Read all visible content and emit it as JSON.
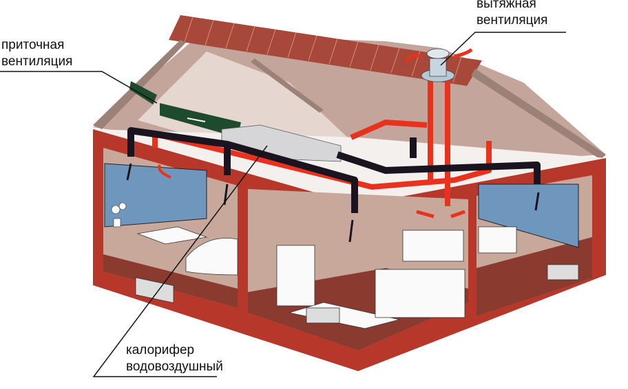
{
  "title": "Приточно-вытяжная вентиляция дома",
  "labels": {
    "supply": {
      "line1": "приточная",
      "line2": "вентиляция"
    },
    "exhaust": {
      "line1": "вытяжная",
      "line2": "вентиляция"
    },
    "heater": {
      "line1": "калорифер",
      "line2": "водовоздушный"
    }
  },
  "colors": {
    "wall": "#b7382b",
    "wall_dark": "#8e2a20",
    "roof": "#a8483a",
    "interior": "#c9a89c",
    "floor": "#8a3a2e",
    "ceiling": "#f3f0ee",
    "window": "#6f97bd",
    "supply_duct": "#1a1420",
    "exhaust_duct": "#e8321e",
    "intake_duct": "#1e4a2e",
    "unit": "#d6d6d8"
  }
}
